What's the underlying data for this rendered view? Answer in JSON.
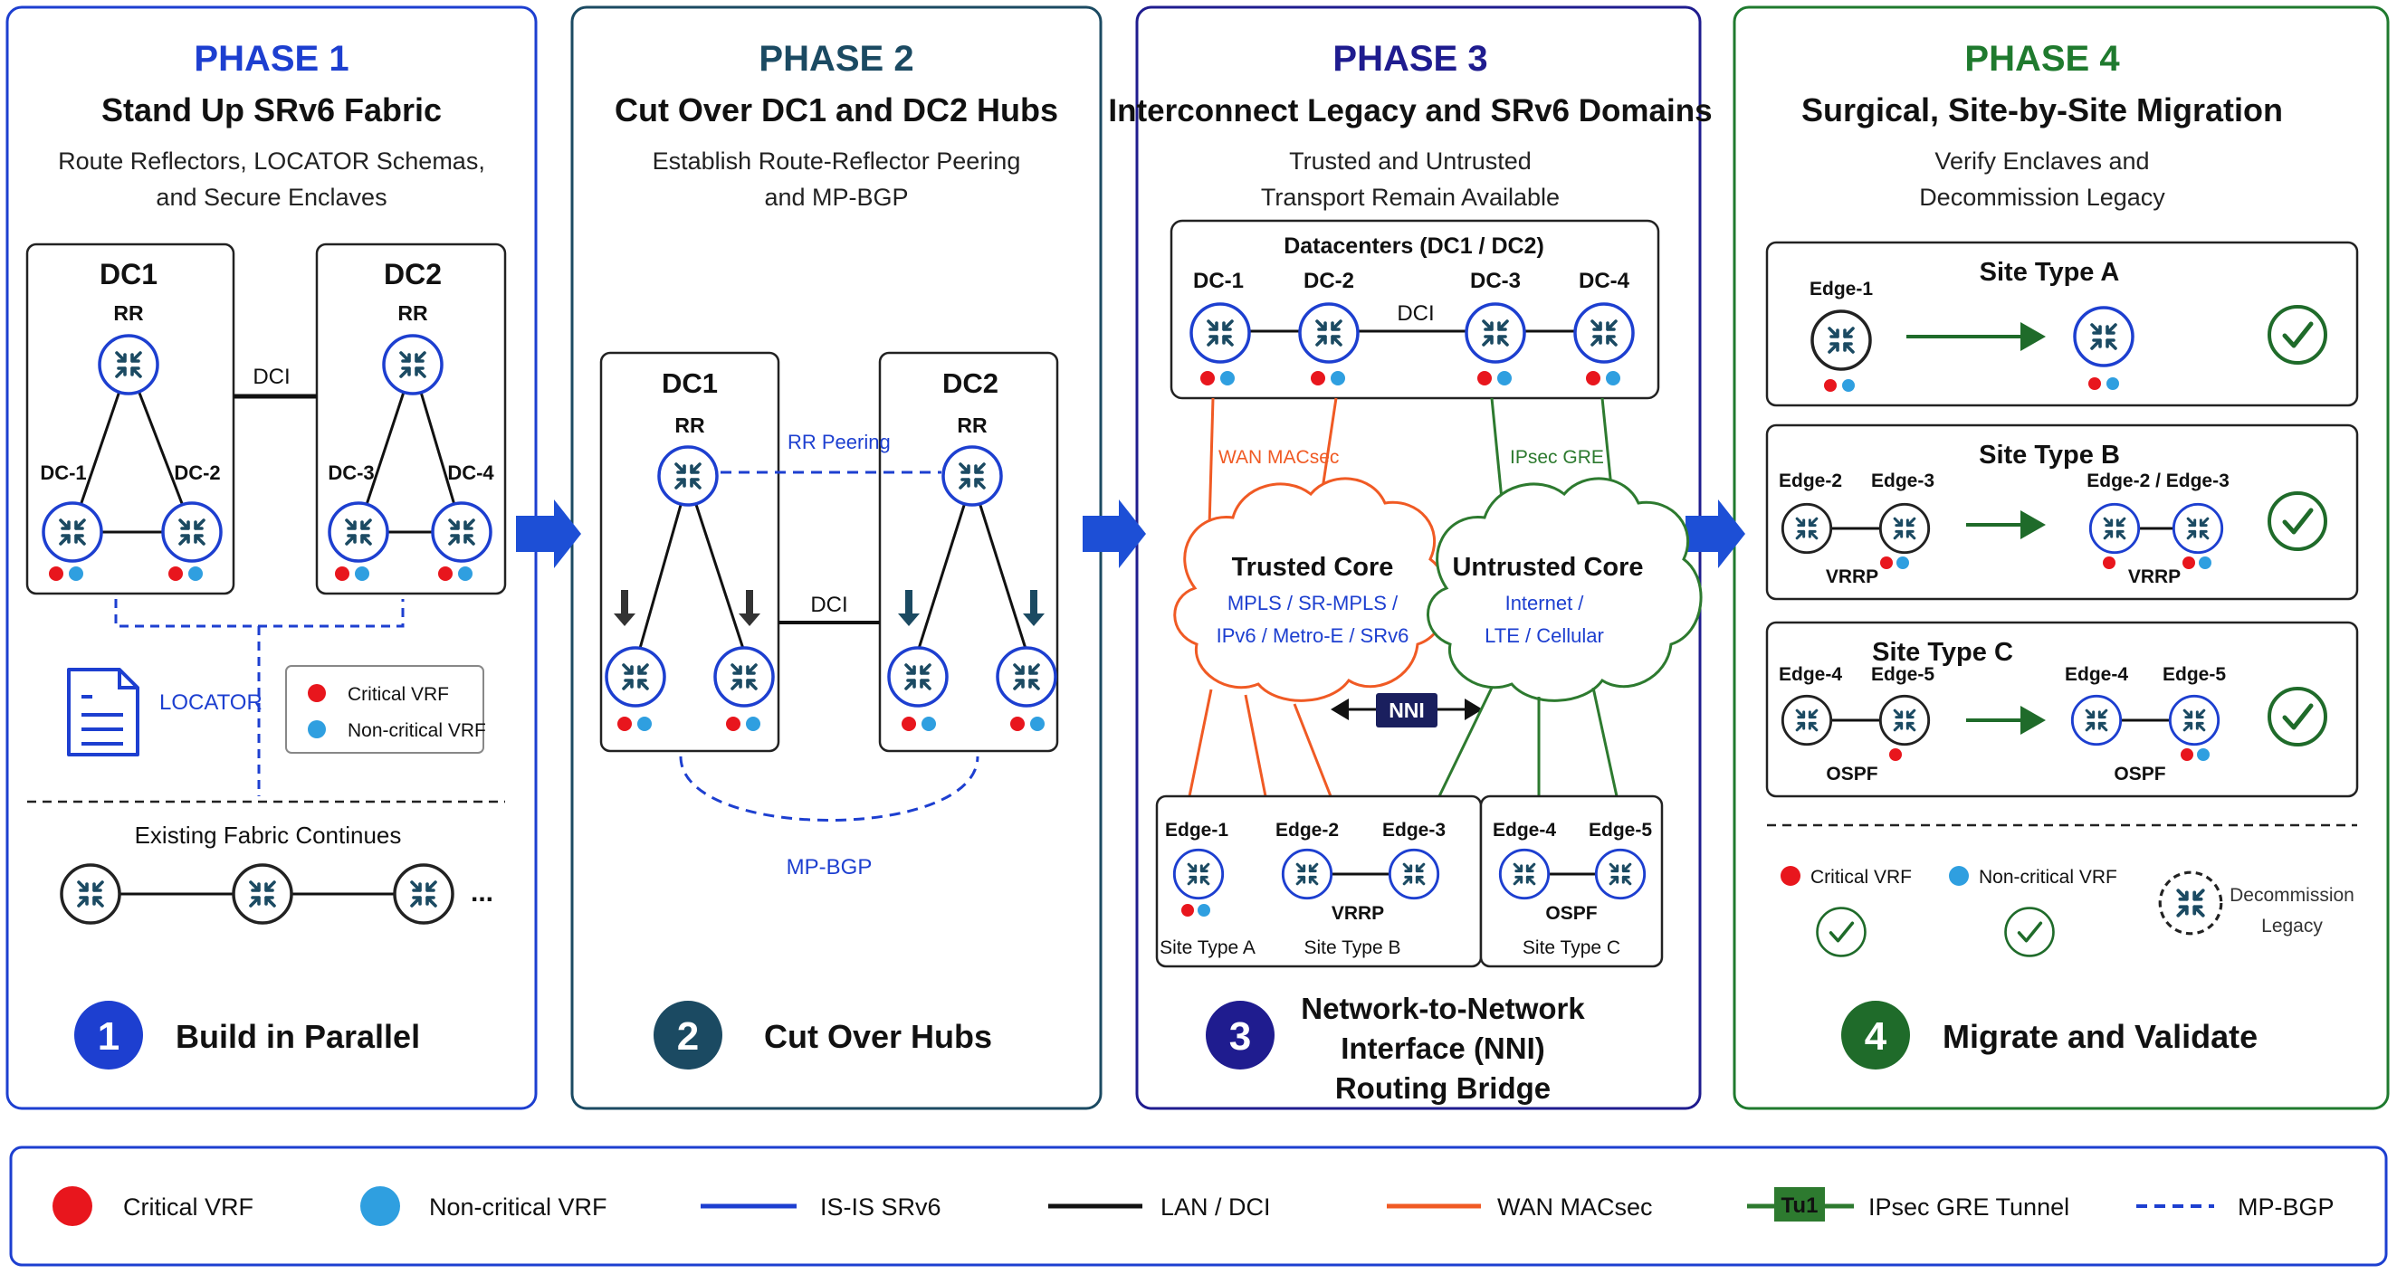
{
  "colors": {
    "phase1": "#1d3fd0",
    "phase2": "#1b4a62",
    "phase3": "#1f1c8f",
    "phase4": "#1f7a2e",
    "critical": "#e8161d",
    "noncritical": "#2f9fe0",
    "isis": "#1d3fd0",
    "lan": "#111111",
    "wan": "#f05a24",
    "ipsec": "#2d7a2f",
    "mpbgp": "#1d3fd0",
    "router_icon": "#1b4a62"
  },
  "phases": [
    {
      "heading": "PHASE 1",
      "title": "Stand Up SRv6 Fabric",
      "subtitle": [
        "Route Reflectors, LOCATOR Schemas,",
        "and Secure Enclaves"
      ],
      "step_number": "1",
      "step_label": [
        "Build in Parallel"
      ]
    },
    {
      "heading": "PHASE 2",
      "title": "Cut Over DC1 and DC2 Hubs",
      "subtitle": [
        "Establish Route-Reflector Peering",
        "and MP-BGP"
      ],
      "step_number": "2",
      "step_label": [
        "Cut Over Hubs"
      ]
    },
    {
      "heading": "PHASE 3",
      "title": "Interconnect Legacy and SRv6 Domains",
      "subtitle": [
        "Trusted and Untrusted",
        "Transport Remain Available"
      ],
      "step_number": "3",
      "step_label": [
        "Network-to-Network",
        "Interface (NNI)",
        "Routing Bridge"
      ]
    },
    {
      "heading": "PHASE 4",
      "title": "Surgical, Site-by-Site Migration",
      "subtitle": [
        "Verify Enclaves and",
        "Decommission Legacy"
      ],
      "step_number": "4",
      "step_label": [
        "Migrate and Validate"
      ]
    }
  ],
  "p1": {
    "dc1": "DC1",
    "dc2": "DC2",
    "rr": "RR",
    "dci": "DCI",
    "dc_1": "DC-1",
    "dc_2": "DC-2",
    "dc_3": "DC-3",
    "dc_4": "DC-4",
    "locator": "LOCATOR",
    "legend_critical": "Critical VRF",
    "legend_noncritical": "Non-critical VRF",
    "existing": "Existing Fabric Continues",
    "ellipsis": "..."
  },
  "p2": {
    "dc1": "DC1",
    "dc2": "DC2",
    "rr": "RR",
    "dci": "DCI",
    "rr_peering": "RR Peering",
    "mpbgp": "MP-BGP"
  },
  "p3": {
    "datacenters": "Datacenters (DC1 / DC2)",
    "dc_1": "DC-1",
    "dc_2": "DC-2",
    "dc_3": "DC-3",
    "dc_4": "DC-4",
    "dci": "DCI",
    "wan_macsec": "WAN MACsec",
    "ipsec_gre": "IPsec GRE",
    "trusted_title": "Trusted Core",
    "trusted_lines": [
      "MPLS / SR-MPLS /",
      "IPv6 / Metro-E / SRv6"
    ],
    "untrusted_title": "Untrusted Core",
    "untrusted_lines": [
      "Internet /",
      "LTE / Cellular"
    ],
    "nni": "NNI",
    "edge1": "Edge-1",
    "edge2": "Edge-2",
    "edge3": "Edge-3",
    "edge4": "Edge-4",
    "edge5": "Edge-5",
    "vrrp": "VRRP",
    "ospf": "OSPF",
    "site_a": "Site Type A",
    "site_b": "Site Type B",
    "site_c": "Site Type C"
  },
  "p4": {
    "site_a": "Site Type A",
    "site_b": "Site Type B",
    "site_c": "Site Type C",
    "edge1": "Edge-1",
    "edge2": "Edge-2",
    "edge3": "Edge-3",
    "edge4": "Edge-4",
    "edge5": "Edge-5",
    "edge23": "Edge-2 / Edge-3",
    "vrrp": "VRRP",
    "ospf": "OSPF",
    "legend_critical": "Critical VRF",
    "legend_noncritical": "Non-critical VRF",
    "decommission": [
      "Decommission",
      "Legacy"
    ]
  },
  "legend": {
    "critical": "Critical VRF",
    "noncritical": "Non-critical VRF",
    "isis": "IS-IS SRv6",
    "lan": "LAN / DCI",
    "wan": "WAN MACsec",
    "tu1": "Tu1",
    "ipsec": "IPsec GRE Tunnel",
    "mpbgp": "MP-BGP"
  }
}
